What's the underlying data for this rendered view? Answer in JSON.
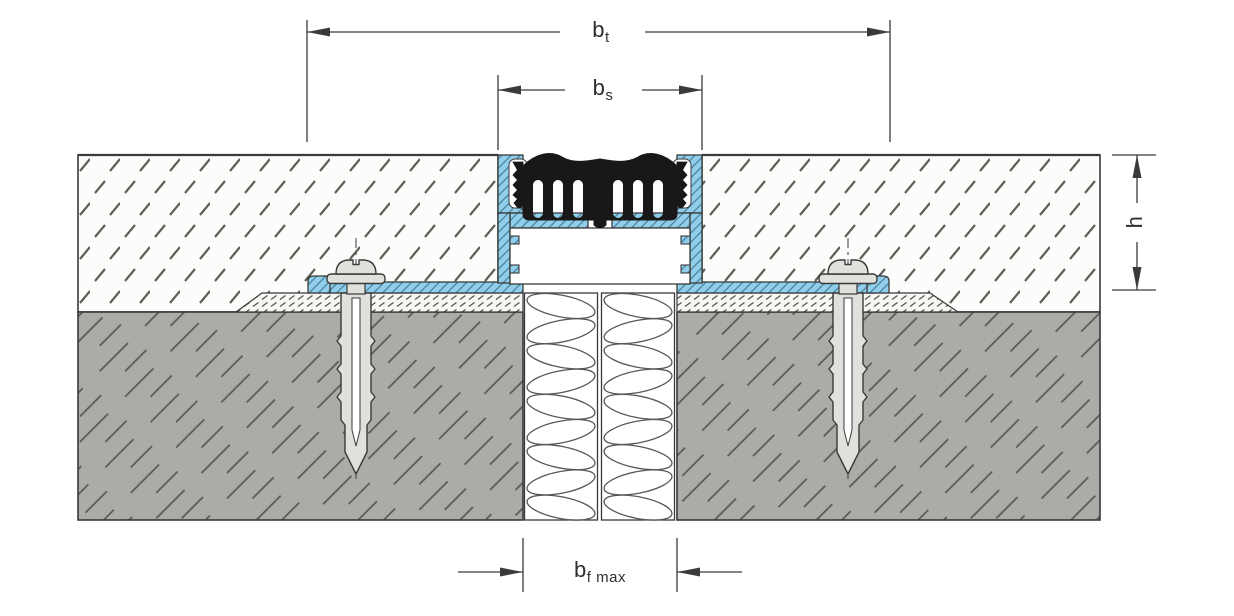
{
  "labels": {
    "bt": {
      "base": "b",
      "sub": "t"
    },
    "bs": {
      "base": "b",
      "sub": "s"
    },
    "h": {
      "text": "h"
    },
    "bf_max": {
      "base": "b",
      "sub": "f max"
    }
  },
  "colors": {
    "background": "#ffffff",
    "line": "#3a3a3a",
    "profile_blue": "#8fcfec",
    "insert_black": "#181818",
    "concrete_gray": "#ababa8",
    "screed_white": "#fcfcfb",
    "mortar_white": "#f7f7f4",
    "metal_gray": "#e0e0dc",
    "hatch_dark": "#5a5a55",
    "wool_stroke": "#58585a"
  }
}
